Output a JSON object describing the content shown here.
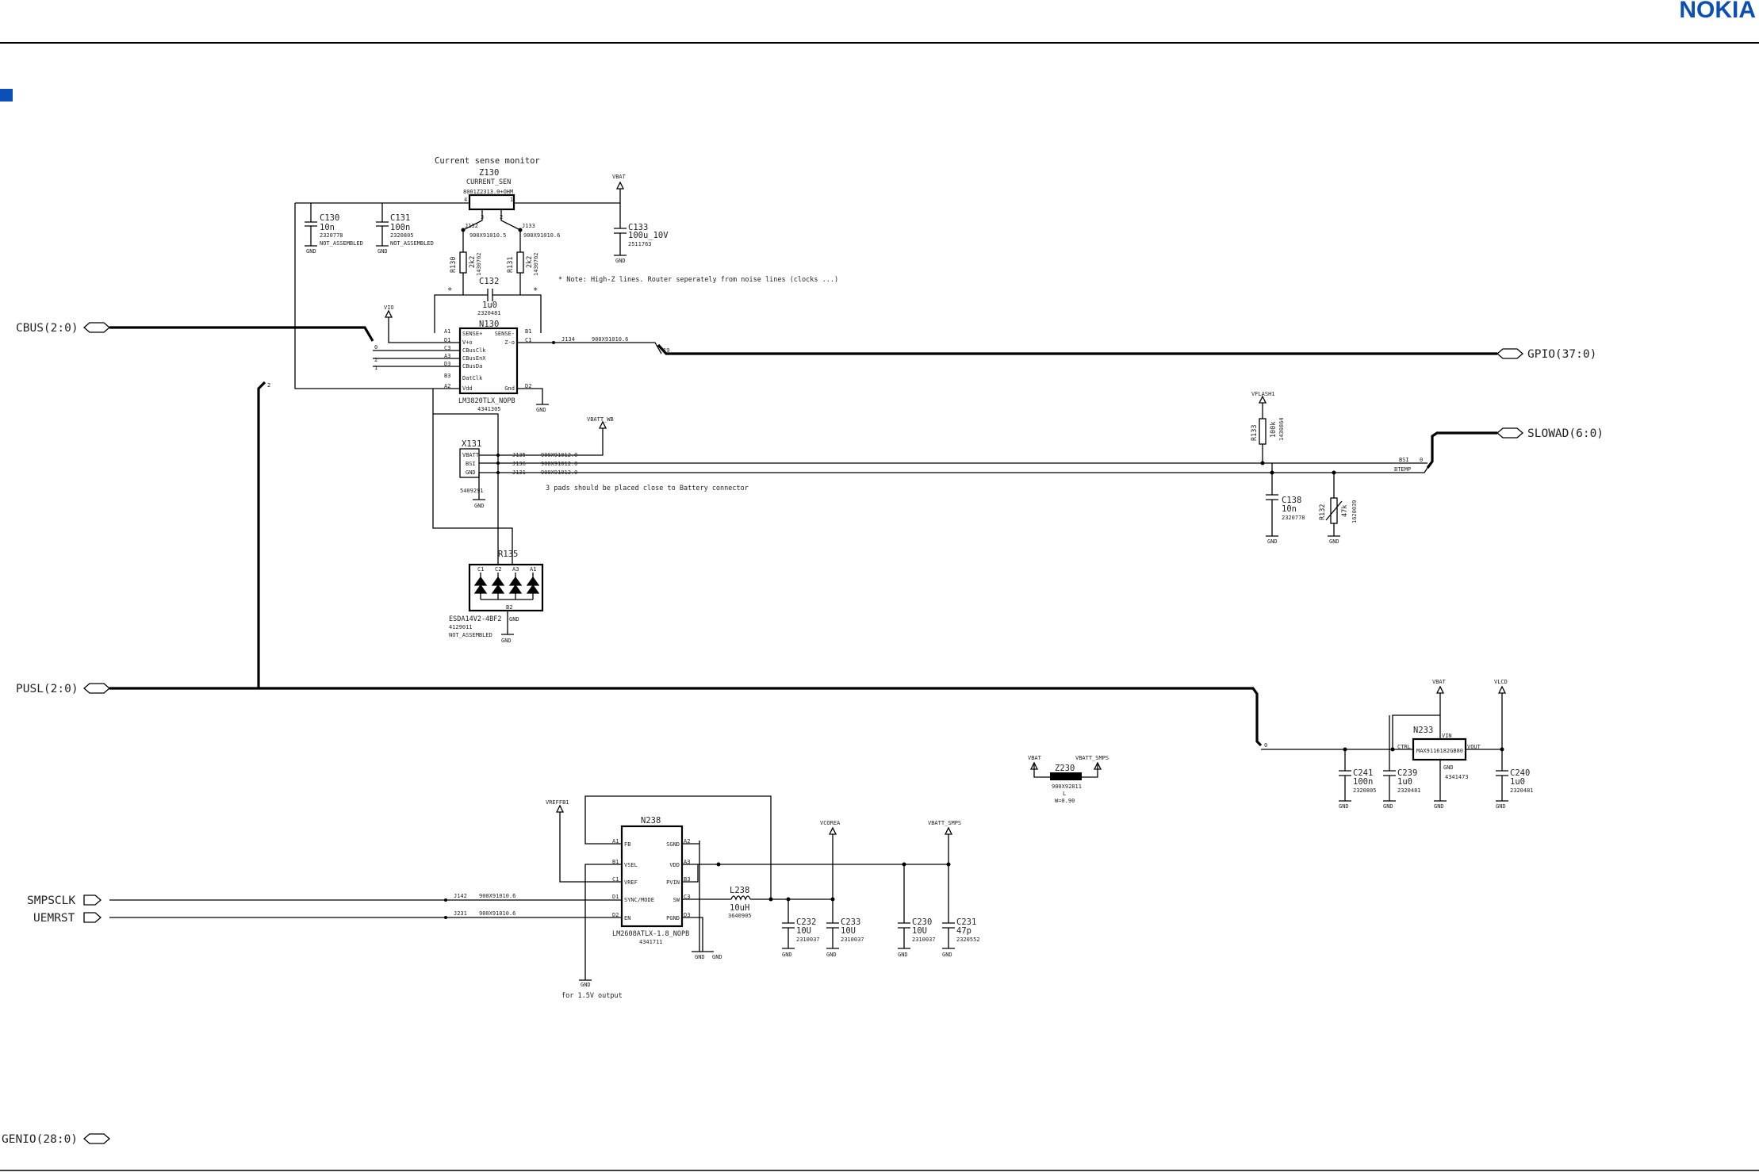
{
  "header": {
    "logo": "NOKIA",
    "brand_color": "#0a4fb5"
  },
  "ports": {
    "cbus": "CBUS(2:0)",
    "pusl": "PUSL(2:0)",
    "smpsclk": "SMPSCLK",
    "uemrst": "UEMRST",
    "genio": "GENIO(28:0)",
    "gpio": "GPIO(37:0)",
    "slowad": "SLOWAD(6:0)"
  },
  "current_sense": {
    "title": "Current sense monitor",
    "z130": {
      "ref": "Z130",
      "value": "CURRENT_SEN",
      "part": "8001Z2313.0+OHM",
      "p4": "4",
      "p1": "1",
      "p3": "3",
      "p2": "2"
    },
    "j132": "J132",
    "j133": "J133",
    "j132_code": "900X91010.5",
    "j133_code": "900X91010.6",
    "r130": {
      "ref": "R130",
      "value": "2k2",
      "code": "1430762"
    },
    "r131": {
      "ref": "R131",
      "value": "2k2",
      "code": "1430762"
    },
    "c132": {
      "ref": "C132",
      "value": "1u0",
      "code": "2320481"
    },
    "c130": {
      "ref": "C130",
      "value": "10n",
      "code": "2320778",
      "note": "NOT_ASSEMBLED"
    },
    "c131": {
      "ref": "C131",
      "value": "100n",
      "code": "2320805",
      "note": "NOT_ASSEMBLED"
    },
    "c133": {
      "ref": "C133",
      "value": "100u_10V",
      "code": "2511763"
    },
    "vbat": "VBAT",
    "note": "* Note: High-Z lines. Router seperately from noise lines (clocks ...)"
  },
  "n130": {
    "ref": "N130",
    "part": "LM3820TLX_NOPB",
    "code": "4341305",
    "left_pins": [
      "A1",
      "D1",
      "C3",
      "A3",
      "D3",
      "B3",
      "A2"
    ],
    "left_names": [
      "SENSE+",
      "V+o",
      "CBusClk",
      "CBusEnX",
      "CBusDa",
      "DatClk",
      "Vdd"
    ],
    "right_pins": [
      "B1",
      "C1",
      "",
      "",
      "",
      "",
      "D2"
    ],
    "right_names": [
      "SENSE-",
      "Z-o",
      "",
      "",
      "",
      "",
      "Gnd"
    ],
    "vio": "VIO",
    "bus_idx": [
      "0",
      "2",
      "1"
    ],
    "j134": "J134",
    "j134_code": "900X91010.6",
    "gpio_idx": "19",
    "cbus_tap": "2"
  },
  "battery": {
    "x131": "X131",
    "pins": [
      "VBATT",
      "BSI",
      "GND"
    ],
    "code": "5409291",
    "vbatt_wb": "VBATT_WB",
    "j135": "J135",
    "j136": "J136",
    "j131": "J131",
    "jcode": "900X91012.0",
    "pads_note": "3 pads should be placed close to Battery connector",
    "bsi": "BSI",
    "btemp": "BTEMP",
    "slowad_idx": "0",
    "slowad_idx2": "0",
    "r135": {
      "ref": "R135",
      "pins": [
        "C1",
        "C2",
        "A3",
        "A1"
      ],
      "b2": "B2",
      "part": "ESDA14V2-4BF2",
      "code": "4129011",
      "note": "NOT_ASSEMBLED"
    },
    "vflash1": "VFLASH1",
    "r133": {
      "ref": "R133",
      "value": "100k",
      "code": "1430864"
    },
    "c138": {
      "ref": "C138",
      "value": "10n",
      "code": "2320778"
    },
    "r132": {
      "ref": "R132",
      "value": "47k",
      "code": "1620039"
    }
  },
  "n233": {
    "ref": "N233",
    "part": "MAX9116182GB80",
    "code": "4341473",
    "ctrl": "CTRL",
    "vin": "VIN",
    "vout": "VOUT",
    "gnd": "GND",
    "vbat": "VBAT",
    "vlcd": "VLCD",
    "pusl_idx": "0",
    "c241": {
      "ref": "C241",
      "value": "100n",
      "code": "2320805"
    },
    "c239": {
      "ref": "C239",
      "value": "1u0",
      "code": "2320481"
    },
    "c240": {
      "ref": "C240",
      "value": "1u0",
      "code": "2320481"
    }
  },
  "z230": {
    "ref": "Z230",
    "vbat": "VBAT",
    "vbatt_smps": "VBATT_SMPS",
    "code": "900X92811",
    "l": "L",
    "w": "W=0.90"
  },
  "n238": {
    "ref": "N238",
    "type": "U/U",
    "part": "LM2608ATLX-1.8_NOPB",
    "code": "4341711",
    "left_pins": [
      "A1",
      "B1",
      "C1",
      "D1",
      "D2"
    ],
    "left_names": [
      "FB",
      "VSEL",
      "VREF",
      "SYNC/MODE",
      "EN"
    ],
    "right_pins": [
      "A2",
      "A3",
      "B3",
      "C3",
      "D3"
    ],
    "right_names": [
      "SGND",
      "VDD",
      "PVIN",
      "SW",
      "PGND"
    ],
    "vreffb": "VREFFB1",
    "vcorea": "VCOREA",
    "vbatt_smps": "VBATT_SMPS",
    "j142": "J142",
    "j231": "J231",
    "jcode": "900X91010.6",
    "l238": {
      "ref": "L238",
      "value": "10uH",
      "code": "3640905"
    },
    "c232": {
      "ref": "C232",
      "value": "10U",
      "code": "2310037"
    },
    "c233": {
      "ref": "C233",
      "value": "10U",
      "code": "2310037"
    },
    "c230": {
      "ref": "C230",
      "value": "10U",
      "code": "2310037"
    },
    "c231": {
      "ref": "C231",
      "value": "47p",
      "code": "2320552"
    },
    "note": "for 1.5V output"
  },
  "gnd": "GND",
  "star": "*"
}
